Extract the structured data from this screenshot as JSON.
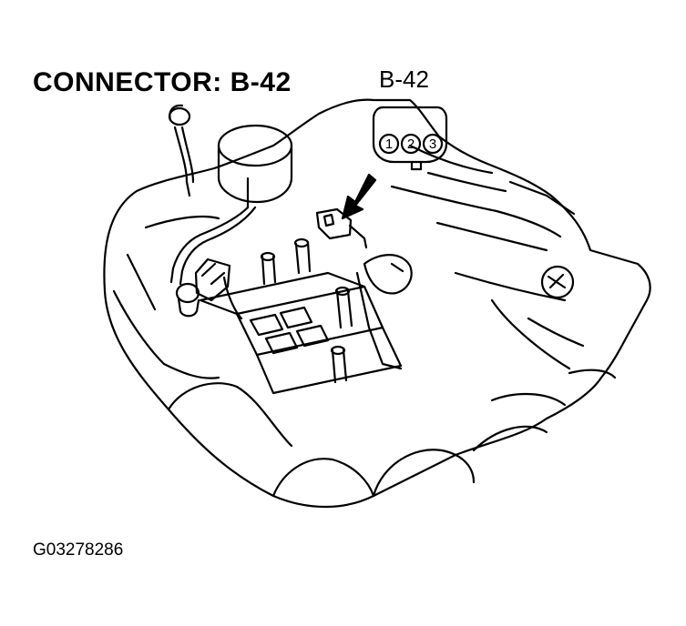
{
  "title": "CONNECTOR: B-42",
  "connector": {
    "label": "B-42",
    "pins": [
      "1",
      "2",
      "3"
    ]
  },
  "figure_id": "G03278286",
  "colors": {
    "line": "#000000",
    "background": "#ffffff"
  }
}
